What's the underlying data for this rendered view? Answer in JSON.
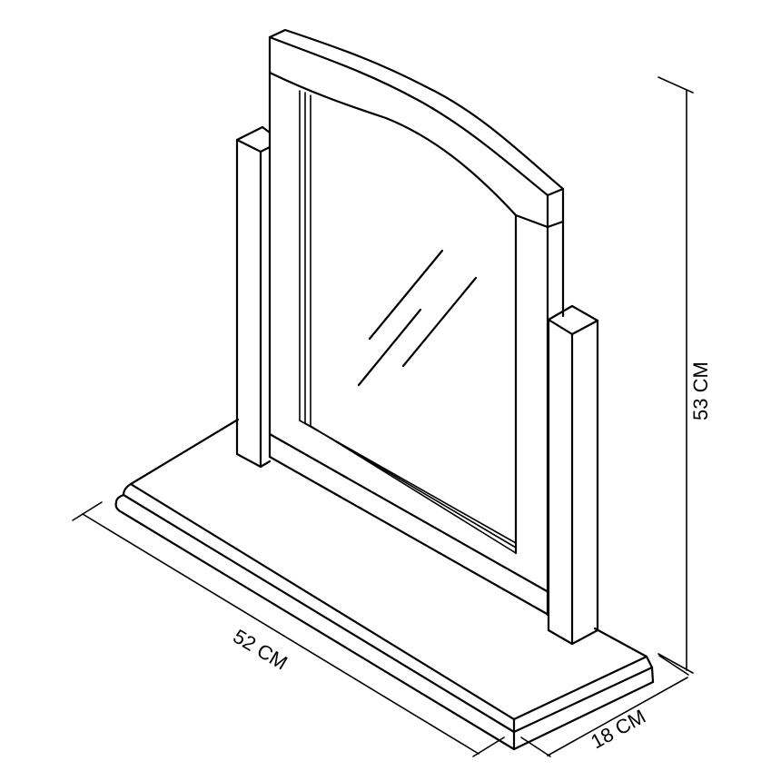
{
  "diagram": {
    "subject": "Dressing table mirror (swing mirror) line drawing with dimensions",
    "stroke_color": "#000000",
    "background_color": "#ffffff",
    "dimensions": {
      "width": {
        "label": "52 CM",
        "value": 52,
        "unit": "CM"
      },
      "depth": {
        "label": "18 CM",
        "value": 18,
        "unit": "CM"
      },
      "height": {
        "label": "53 CM",
        "value": 53,
        "unit": "CM"
      }
    },
    "parts": [
      "arched-top-rail",
      "mirror-frame",
      "mirror-glass",
      "glass-reflection-lines",
      "left-post",
      "right-post",
      "stepped-base"
    ]
  }
}
